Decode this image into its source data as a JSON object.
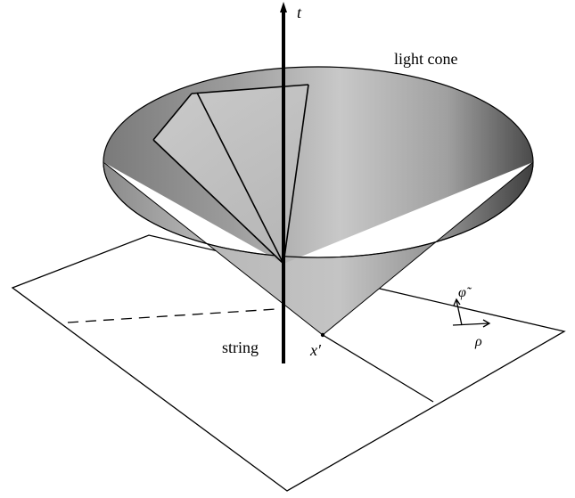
{
  "diagram": {
    "labels": {
      "time_axis": "t",
      "cone": "light cone",
      "string": "string",
      "point": "x′",
      "phi": "φ̃",
      "rho": "ρ"
    },
    "colors": {
      "stroke": "#000000",
      "cone_light": "#d8d8d8",
      "cone_mid": "#a8a8a8",
      "cone_dark": "#585858",
      "plane_fill": "#ffffff"
    }
  }
}
